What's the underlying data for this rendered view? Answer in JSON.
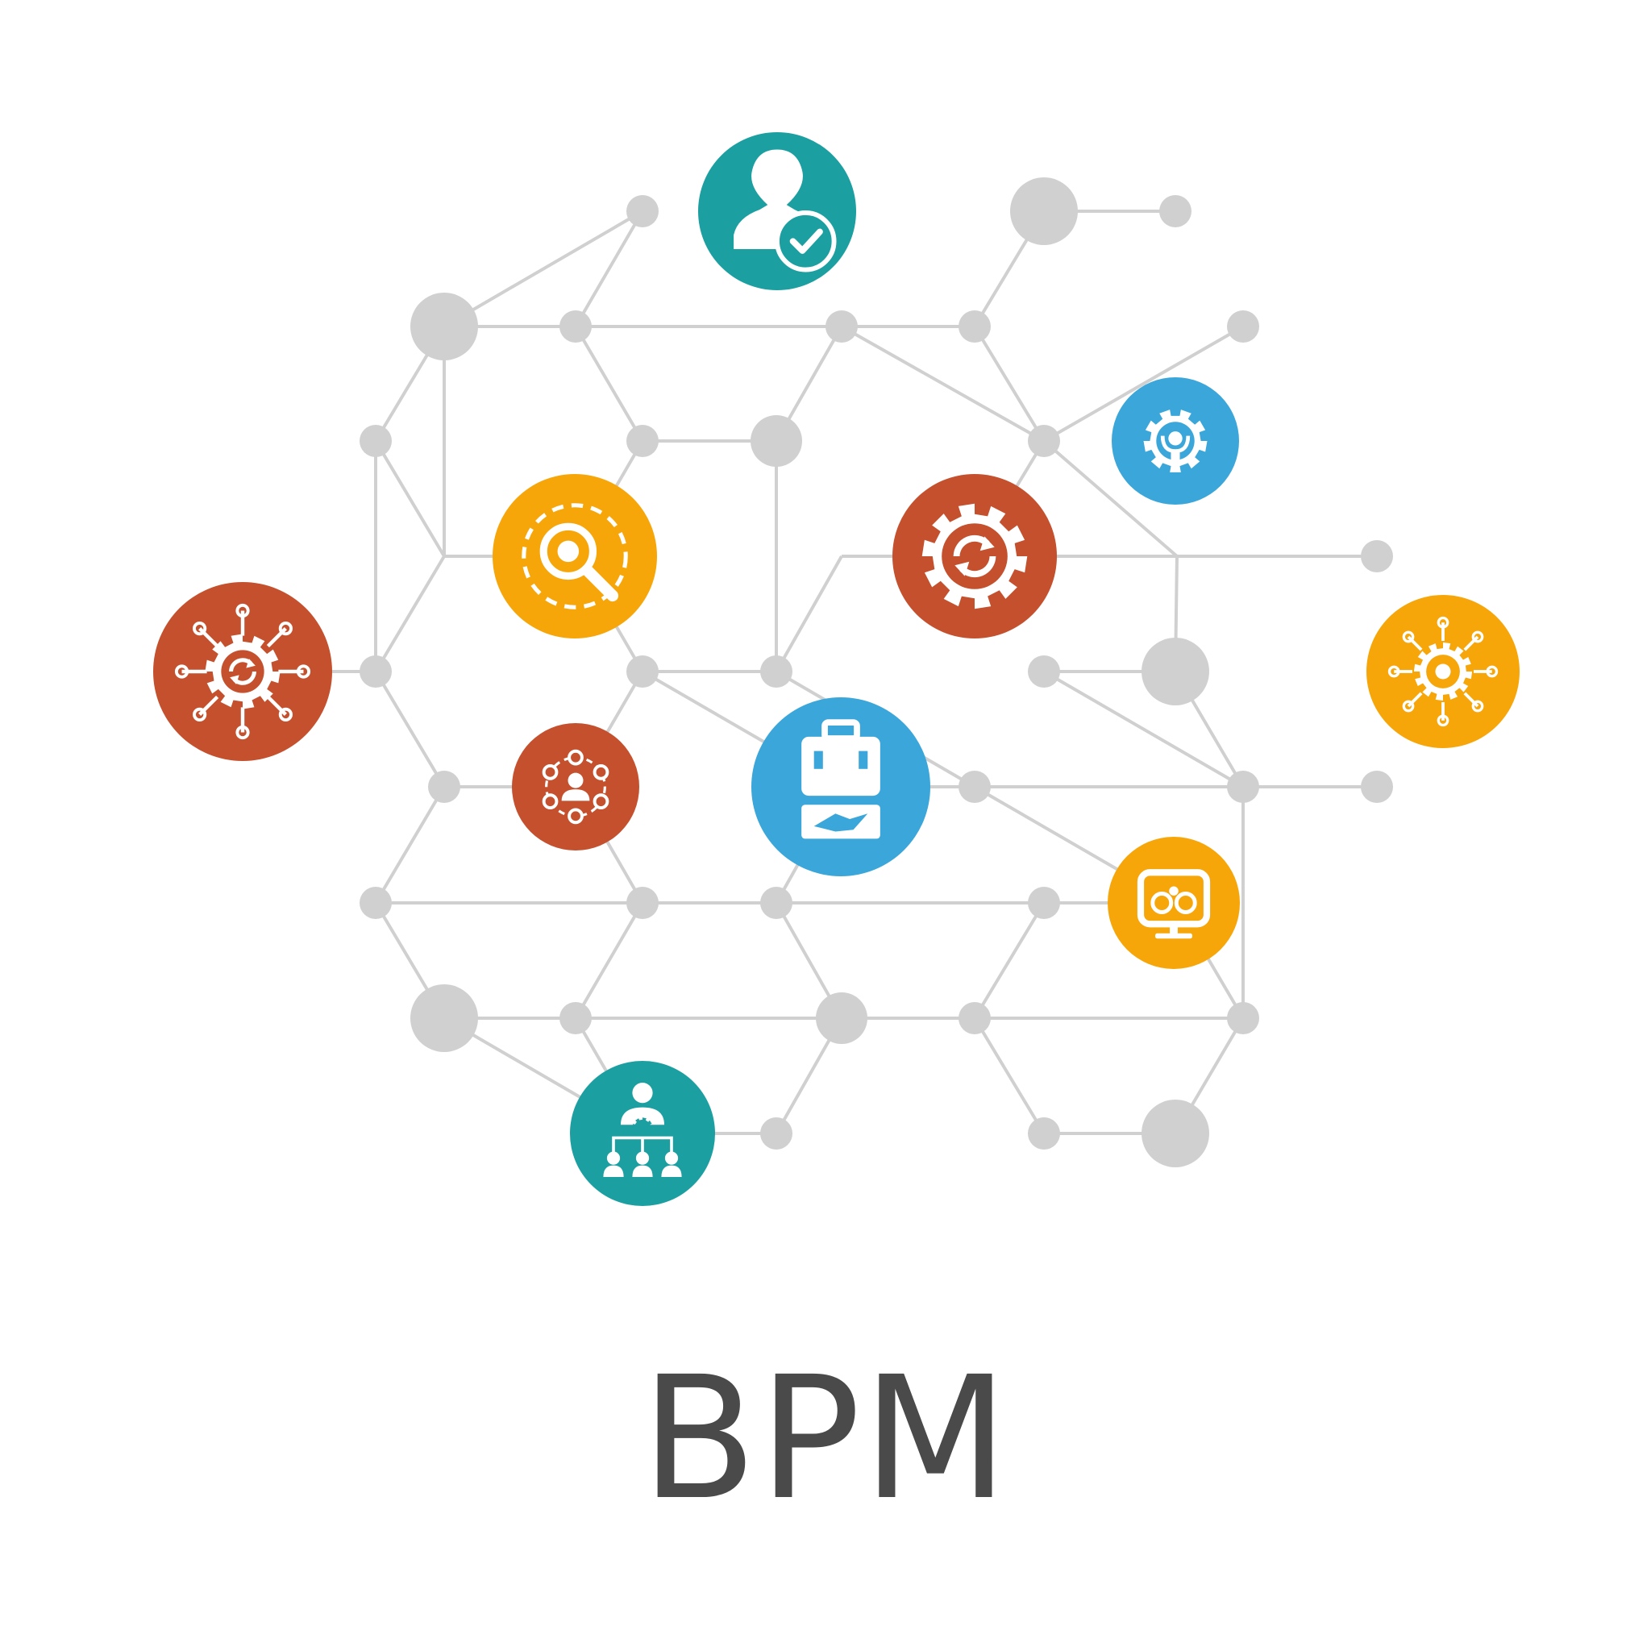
{
  "title": "BPM",
  "colors": {
    "teal": "#1b9fa1",
    "orange": "#f7a60a",
    "rust": "#c4502e",
    "blue": "#3aa6d9",
    "node": "#d0d0d0",
    "line": "#d0d0d0",
    "text": "#4a4a4a"
  },
  "icons": [
    {
      "name": "user-check-icon",
      "color": "teal"
    },
    {
      "name": "search-target-icon",
      "color": "orange"
    },
    {
      "name": "gear-refresh-icon",
      "color": "rust"
    },
    {
      "name": "gear-wrench-icon",
      "color": "blue"
    },
    {
      "name": "gear-network-icon",
      "color": "rust"
    },
    {
      "name": "user-network-icon",
      "color": "rust"
    },
    {
      "name": "briefcase-handshake-icon",
      "color": "blue"
    },
    {
      "name": "gear-sun-icon",
      "color": "orange"
    },
    {
      "name": "monitor-binoculars-icon",
      "color": "orange"
    },
    {
      "name": "manager-team-icon",
      "color": "teal"
    }
  ]
}
